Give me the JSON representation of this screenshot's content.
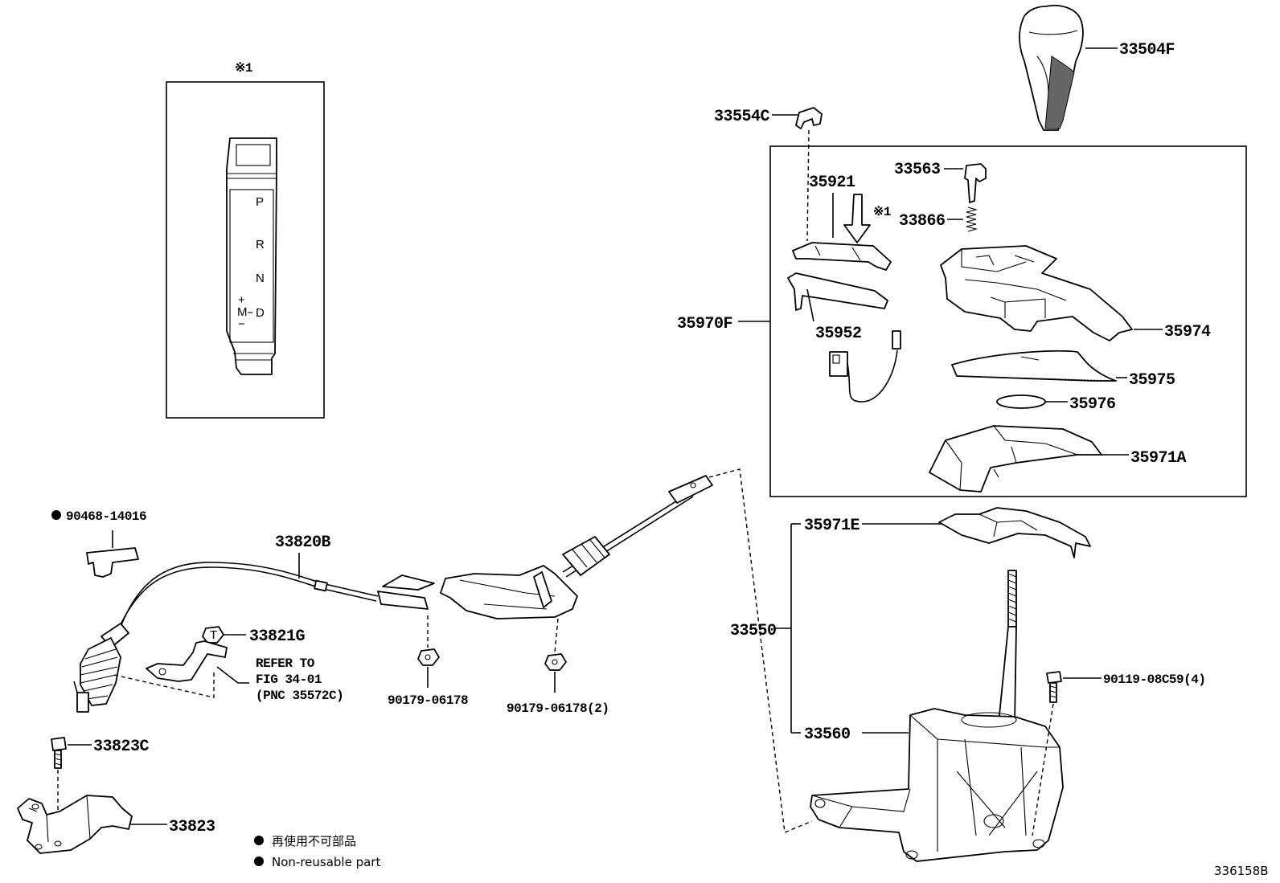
{
  "diagram": {
    "ref_mark": "※1",
    "ref_mark_arrow": "※1",
    "shift_gate": {
      "positions": [
        "P",
        "R",
        "N",
        "D"
      ],
      "manual": "M",
      "plus": "+",
      "minus": "−"
    },
    "parts": {
      "p33504F": "33504F",
      "p33554C": "33554C",
      "p33563": "33563",
      "p35921": "35921",
      "p33866": "33866",
      "p35970F": "35970F",
      "p35952": "35952",
      "p35974": "35974",
      "p35975": "35975",
      "p35976": "35976",
      "p35971A": "35971A",
      "p35971E": "35971E",
      "p33550": "33550",
      "p33560": "33560",
      "p90119": "90119-08C59(4)",
      "p90468": "90468-14016",
      "p33820B": "33820B",
      "p33821G": "33821G",
      "p90179a": "90179-06178",
      "p90179b": "90179-06178(2)",
      "p33823C": "33823C",
      "p33823": "33823"
    },
    "refer": [
      "REFER TO",
      "FIG 34-01",
      "(PNC 35572C)"
    ],
    "legend": {
      "jp": "再使用不可部品",
      "en": "Non-reusable part"
    },
    "figure_id": "336158B"
  }
}
